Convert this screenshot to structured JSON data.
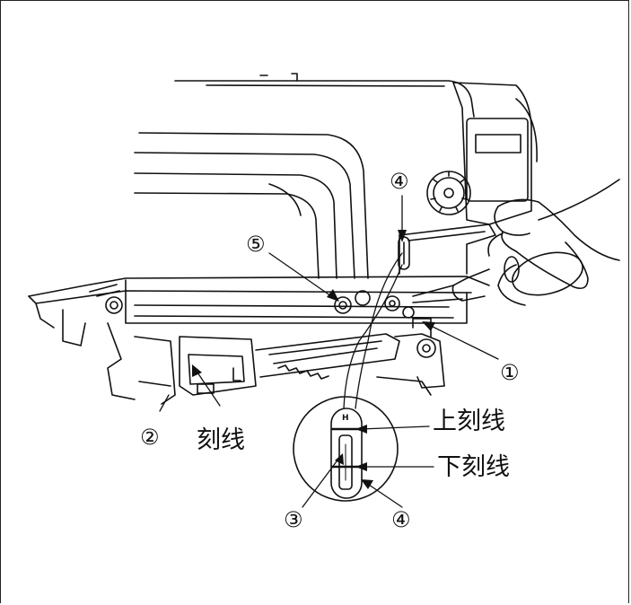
{
  "callouts": {
    "c1": "①",
    "c2": "②",
    "c3": "③",
    "c4_top": "④",
    "c4_bottom": "④",
    "c5": "⑤"
  },
  "labels": {
    "scale_line": "刻线",
    "upper_line": "上刻线",
    "lower_line": "下刻线",
    "gauge_letter": "H"
  },
  "colors": {
    "line": "#111111",
    "background": "#ffffff"
  }
}
